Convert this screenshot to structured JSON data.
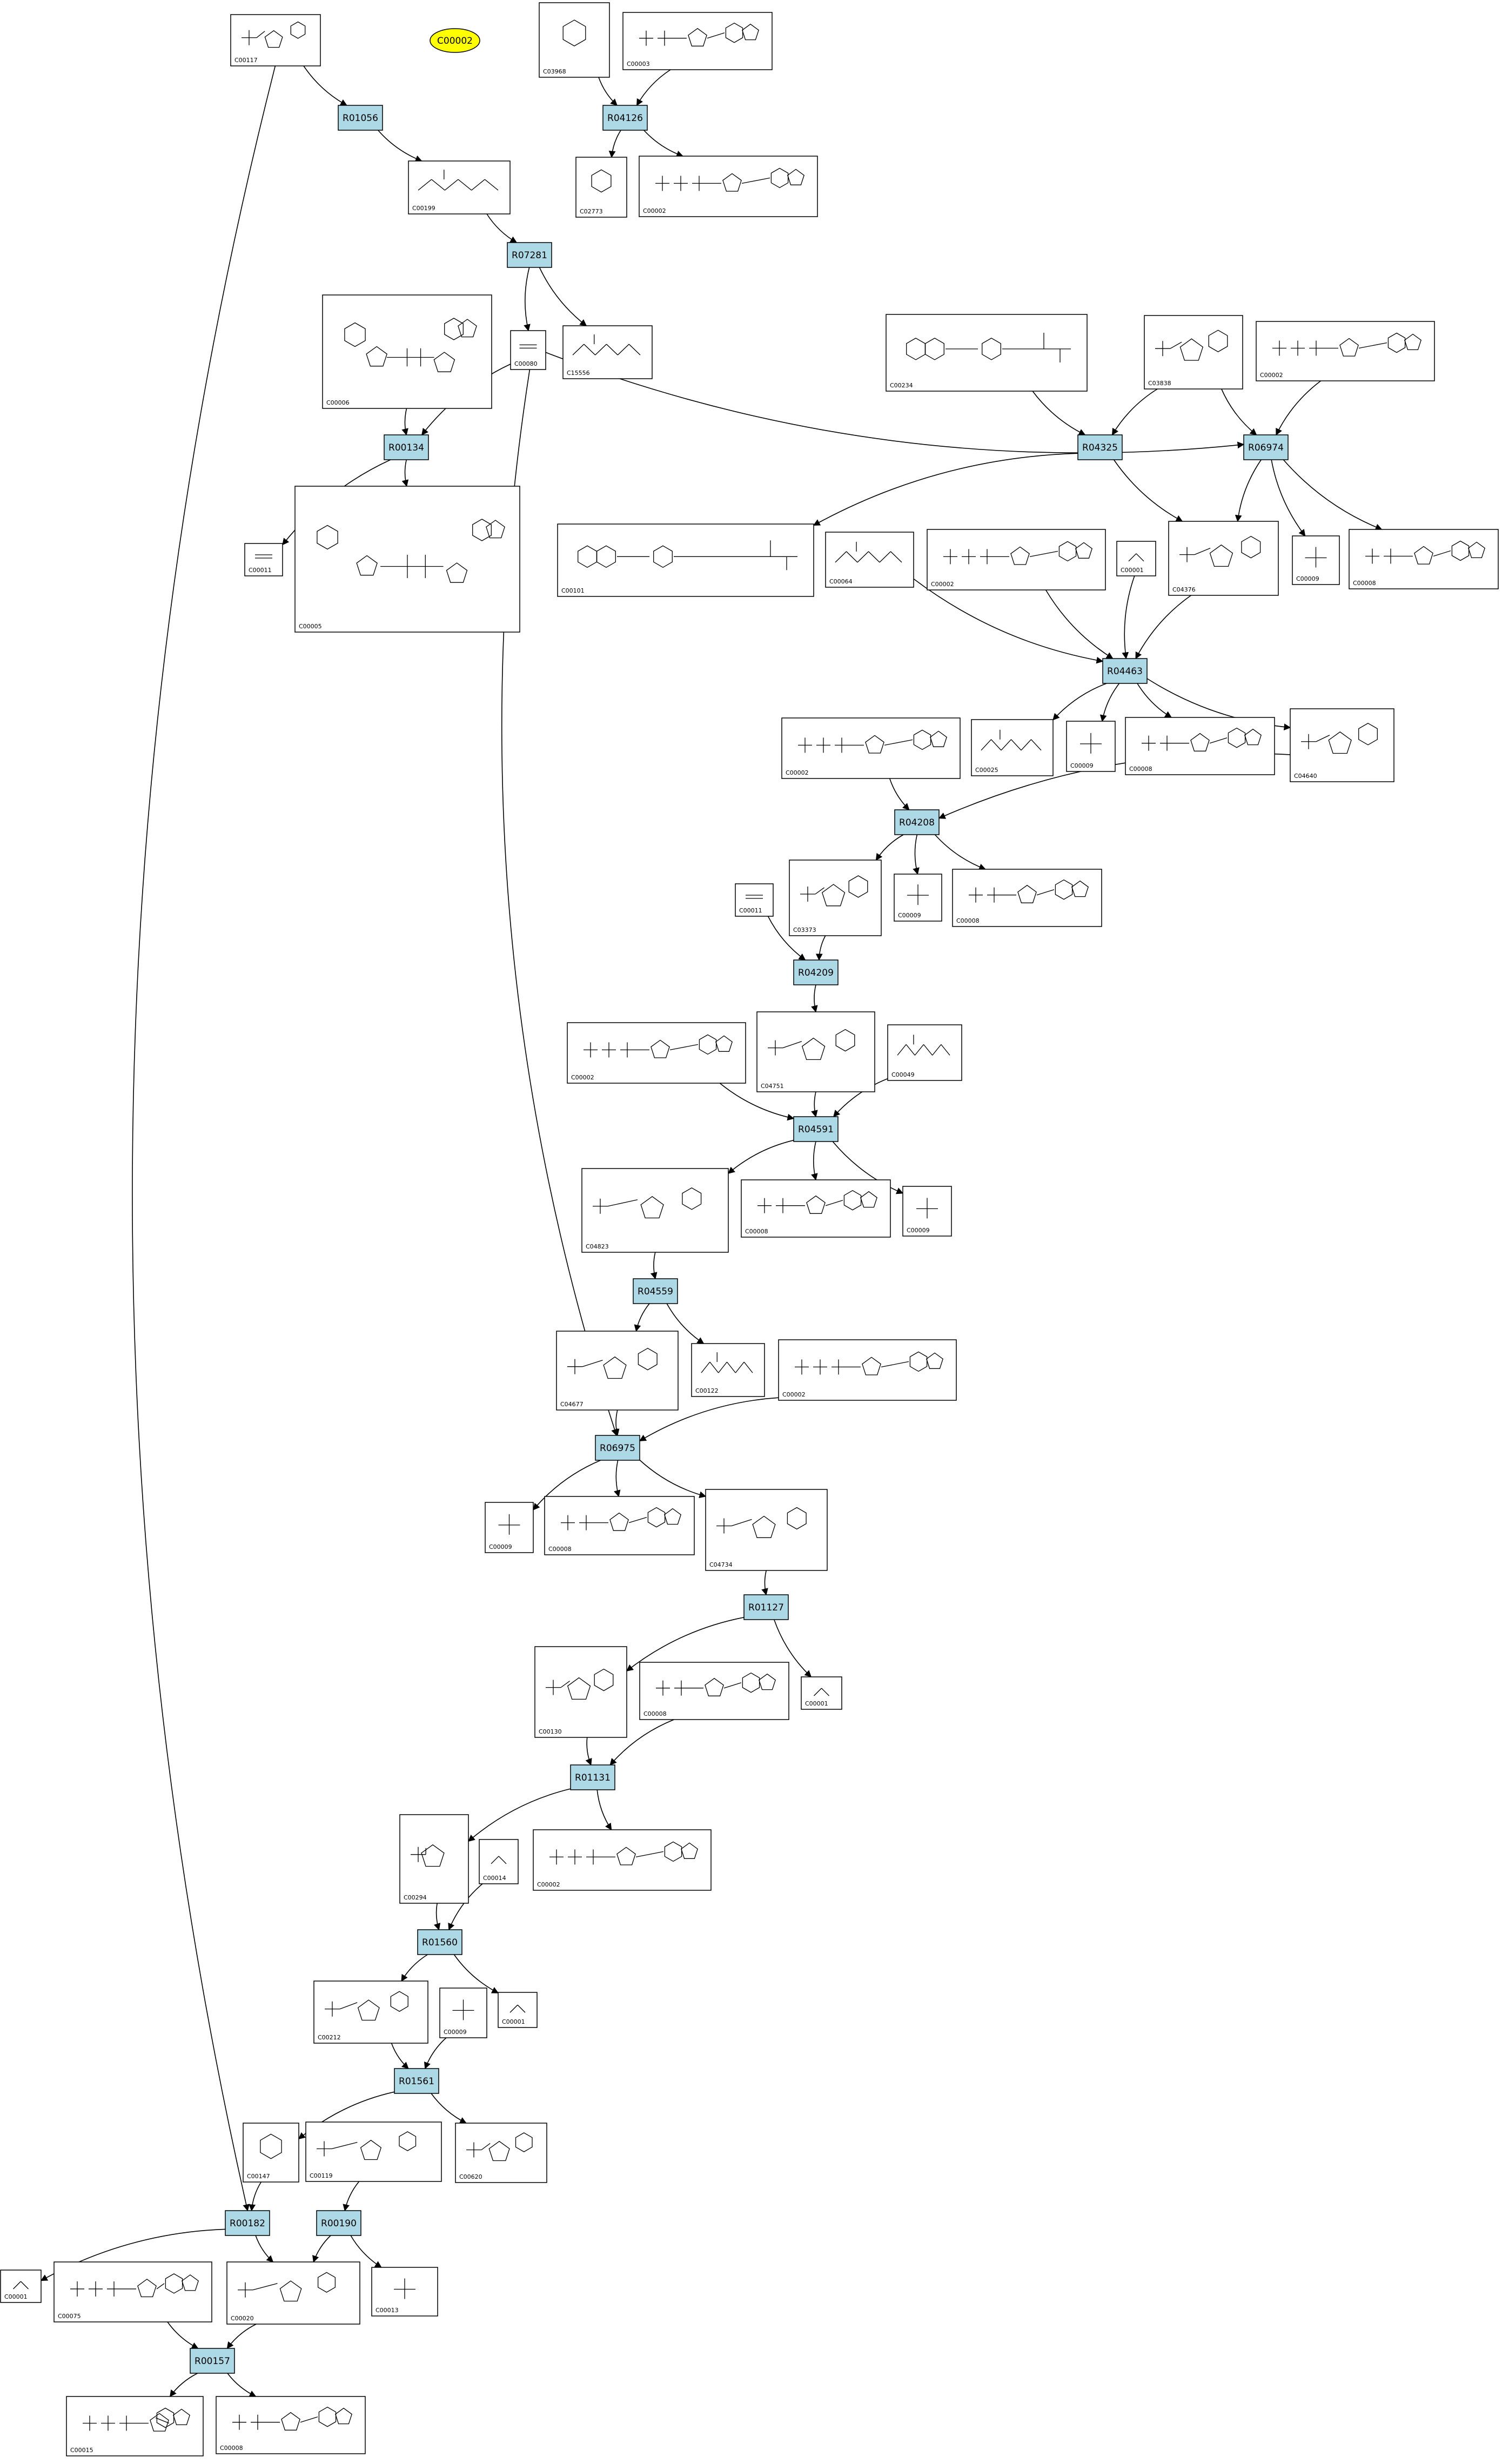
{
  "legend": {
    "label": "C00002",
    "color": "#ffff00"
  },
  "colors": {
    "reaction_fill": "#add8e6",
    "stroke": "#000000"
  },
  "reactions": [
    {
      "id": "R01056",
      "label": "R01056"
    },
    {
      "id": "R04126",
      "label": "R04126"
    },
    {
      "id": "R07281",
      "label": "R07281"
    },
    {
      "id": "R00134",
      "label": "R00134"
    },
    {
      "id": "R04325",
      "label": "R04325"
    },
    {
      "id": "R06974",
      "label": "R06974"
    },
    {
      "id": "R04463",
      "label": "R04463"
    },
    {
      "id": "R04208",
      "label": "R04208"
    },
    {
      "id": "R04209",
      "label": "R04209"
    },
    {
      "id": "R04591",
      "label": "R04591"
    },
    {
      "id": "R04559",
      "label": "R04559"
    },
    {
      "id": "R06975",
      "label": "R06975"
    },
    {
      "id": "R01127",
      "label": "R01127"
    },
    {
      "id": "R01131",
      "label": "R01131"
    },
    {
      "id": "R01560",
      "label": "R01560"
    },
    {
      "id": "R01561",
      "label": "R01561"
    },
    {
      "id": "R00182",
      "label": "R00182"
    },
    {
      "id": "R00190",
      "label": "R00190"
    },
    {
      "id": "R00157",
      "label": "R00157"
    }
  ],
  "compounds": [
    {
      "id": "c1",
      "label": "C00117",
      "type": "ribose5p"
    },
    {
      "id": "c2",
      "label": "C03968",
      "type": "small"
    },
    {
      "id": "c3",
      "label": "C00003",
      "type": "ndp"
    },
    {
      "id": "c4",
      "label": "C00199",
      "type": "chain"
    },
    {
      "id": "c5",
      "label": "C02773",
      "type": "small"
    },
    {
      "id": "c6",
      "label": "C00002",
      "type": "atp"
    },
    {
      "id": "c7",
      "label": "C00006",
      "type": "nadp"
    },
    {
      "id": "c8",
      "label": "C00080",
      "type": "small"
    },
    {
      "id": "c9",
      "label": "C15556",
      "type": "chain"
    },
    {
      "id": "c10",
      "label": "C00234",
      "type": "folate"
    },
    {
      "id": "c11",
      "label": "C03838",
      "type": "ribose5p"
    },
    {
      "id": "c12",
      "label": "C00002",
      "type": "atp"
    },
    {
      "id": "c13",
      "label": "C00011",
      "type": "small"
    },
    {
      "id": "c14",
      "label": "C00005",
      "type": "nadp"
    },
    {
      "id": "c15",
      "label": "C00101",
      "type": "folate"
    },
    {
      "id": "c16",
      "label": "C00064",
      "type": "chain"
    },
    {
      "id": "c17",
      "label": "C00002",
      "type": "atp"
    },
    {
      "id": "c18",
      "label": "C00001",
      "type": "water"
    },
    {
      "id": "c19",
      "label": "C04376",
      "type": "ribose5p"
    },
    {
      "id": "c20",
      "label": "C00009",
      "type": "pi"
    },
    {
      "id": "c21",
      "label": "C00008",
      "type": "ndp"
    },
    {
      "id": "c22",
      "label": "C00002",
      "type": "atp"
    },
    {
      "id": "c23",
      "label": "C00025",
      "type": "chain"
    },
    {
      "id": "c24",
      "label": "C00009",
      "type": "pi"
    },
    {
      "id": "c25",
      "label": "C00008",
      "type": "ndp"
    },
    {
      "id": "c26",
      "label": "C04640",
      "type": "ribose5p"
    },
    {
      "id": "c27",
      "label": "C03373",
      "type": "ribose5p"
    },
    {
      "id": "c28",
      "label": "C00009",
      "type": "pi"
    },
    {
      "id": "c29",
      "label": "C00008",
      "type": "ndp"
    },
    {
      "id": "c30",
      "label": "C00011",
      "type": "small"
    },
    {
      "id": "c31",
      "label": "C00002",
      "type": "atp"
    },
    {
      "id": "c32",
      "label": "C04751",
      "type": "ribose5p"
    },
    {
      "id": "c33",
      "label": "C00049",
      "type": "chain"
    },
    {
      "id": "c34",
      "label": "C04823",
      "type": "ribose5p"
    },
    {
      "id": "c35",
      "label": "C00008",
      "type": "ndp"
    },
    {
      "id": "c36",
      "label": "C00009",
      "type": "pi"
    },
    {
      "id": "c37",
      "label": "C04677",
      "type": "ribose5p"
    },
    {
      "id": "c38",
      "label": "C00122",
      "type": "chain"
    },
    {
      "id": "c39",
      "label": "C00002",
      "type": "atp"
    },
    {
      "id": "c40",
      "label": "C00009",
      "type": "pi"
    },
    {
      "id": "c41",
      "label": "C00008",
      "type": "ndp"
    },
    {
      "id": "c42",
      "label": "C04734",
      "type": "ribose5p"
    },
    {
      "id": "c43",
      "label": "C00130",
      "type": "ribose5p"
    },
    {
      "id": "c44",
      "label": "C00008",
      "type": "ndp"
    },
    {
      "id": "c45",
      "label": "C00001",
      "type": "water"
    },
    {
      "id": "c46",
      "label": "C00294",
      "type": "ribose5p"
    },
    {
      "id": "c47",
      "label": "C00014",
      "type": "water"
    },
    {
      "id": "c48",
      "label": "C00002",
      "type": "atp"
    },
    {
      "id": "c49",
      "label": "C00212",
      "type": "ribose5p"
    },
    {
      "id": "c50",
      "label": "C00009",
      "type": "pi"
    },
    {
      "id": "c51",
      "label": "C00001",
      "type": "water"
    },
    {
      "id": "c52",
      "label": "C00147",
      "type": "small"
    },
    {
      "id": "c53",
      "label": "C00119",
      "type": "ribose5p"
    },
    {
      "id": "c54",
      "label": "C00620",
      "type": "ribose5p"
    },
    {
      "id": "c55",
      "label": "C00001",
      "type": "water"
    },
    {
      "id": "c56",
      "label": "C00075",
      "type": "atp"
    },
    {
      "id": "c57",
      "label": "C00020",
      "type": "ribose5p"
    },
    {
      "id": "c58",
      "label": "C00013",
      "type": "pi"
    },
    {
      "id": "c59",
      "label": "C00015",
      "type": "atp"
    },
    {
      "id": "c60",
      "label": "C00008",
      "type": "ndp"
    }
  ]
}
